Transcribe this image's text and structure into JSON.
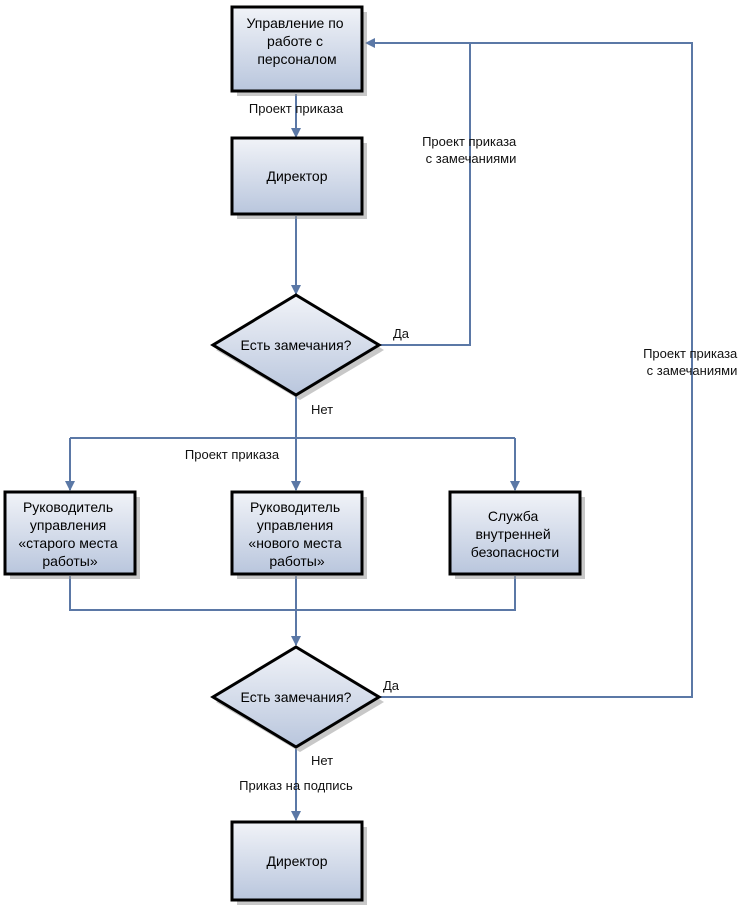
{
  "nodes": {
    "hr": [
      "Управление по",
      "работе с",
      "персоналом"
    ],
    "director1": [
      "Директор"
    ],
    "decision1": [
      "Есть замечания?"
    ],
    "head_old": [
      "Руководитель",
      "управления",
      "«старого места",
      "работы»"
    ],
    "head_new": [
      "Руководитель",
      "управления",
      "«нового места",
      "работы»"
    ],
    "security": [
      "Служба",
      "внутренней",
      "безопасности"
    ],
    "decision2": [
      "Есть замечания?"
    ],
    "director2": [
      "Директор"
    ]
  },
  "edges": {
    "draft_order_1": "Проект приказа",
    "draft_with_remarks_1": [
      "Проект приказа",
      "с замечаниями"
    ],
    "yes_1": "Да",
    "no_1": "Нет",
    "draft_order_2": "Проект приказа",
    "draft_with_remarks_2": [
      "Проект приказа",
      "с замечаниями"
    ],
    "yes_2": "Да",
    "no_2": "Нет",
    "order_for_signature": "Приказ на подпись"
  },
  "colors": {
    "edge": "#5b78a6",
    "box_fill_top": "#f1f3f8",
    "box_fill_bottom": "#b9c6dd",
    "box_border": "#000000"
  }
}
